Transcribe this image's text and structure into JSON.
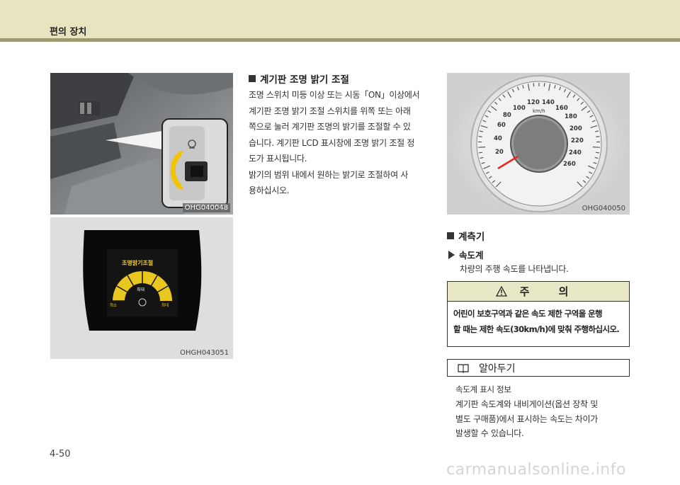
{
  "header": {
    "title": "편의 장치"
  },
  "photos": {
    "dashboard_photo": {
      "code": "OHG040048"
    },
    "cluster_display": {
      "code": "OHGH043051",
      "screen_title": "조명밝기조절",
      "center_label": "최대",
      "left_label": "최소",
      "right_label": "최대"
    },
    "speedometer": {
      "code": "OHG040050",
      "unit": "km/h",
      "ticks": [
        "20",
        "40",
        "60",
        "80",
        "100",
        "120",
        "140",
        "160",
        "180",
        "200",
        "220",
        "240",
        "260"
      ]
    }
  },
  "section_brightness": {
    "title": "계기판 조명 밝기 조절",
    "paragraph1": [
      "조명 스위치 미등 이상 또는 시동「ON」이상에서",
      "계기판 조명 밝기 조절 스위치를 위쪽 또는 아래",
      "쪽으로 눌러 계기판 조명의 밝기를 조절할 수 있",
      "습니다. 계기판 LCD 표시창에 조명 밝기 조절 정",
      "도가 표시됩니다."
    ],
    "paragraph2": [
      "밝기의 범위 내에서 원하는 밝기로 조절하여 사",
      "용하십시오."
    ]
  },
  "section_gauges": {
    "title": "계측기",
    "speedometer_heading": "속도계",
    "speedometer_desc": "차량의 주행 속도를 나타냅니다."
  },
  "caution": {
    "icon": "warning-triangle-icon",
    "title": "주 의",
    "lines": [
      "어린이 보호구역과 같은 속도 제한 구역을 운행",
      "할 때는 제한 속도(30km/h)에 맞춰 주행하십시오."
    ]
  },
  "notice": {
    "icon": "book-icon",
    "title": "알아두기",
    "subtitle": "속도계 표시 정보",
    "lines": [
      "계기판 속도계와 내비게이션(옵션 장착 및",
      "별도 구매품)에서 표시하는 속도는 차이가",
      "발생할 수 있습니다."
    ]
  },
  "page_number": "4-50",
  "watermark": "carmanualsonline.info",
  "colors": {
    "header_band": "#e7e4bf",
    "header_rule": "#9c9a72",
    "caution_band": "#e9e8c6",
    "gauge_accent": "#e8c820"
  }
}
